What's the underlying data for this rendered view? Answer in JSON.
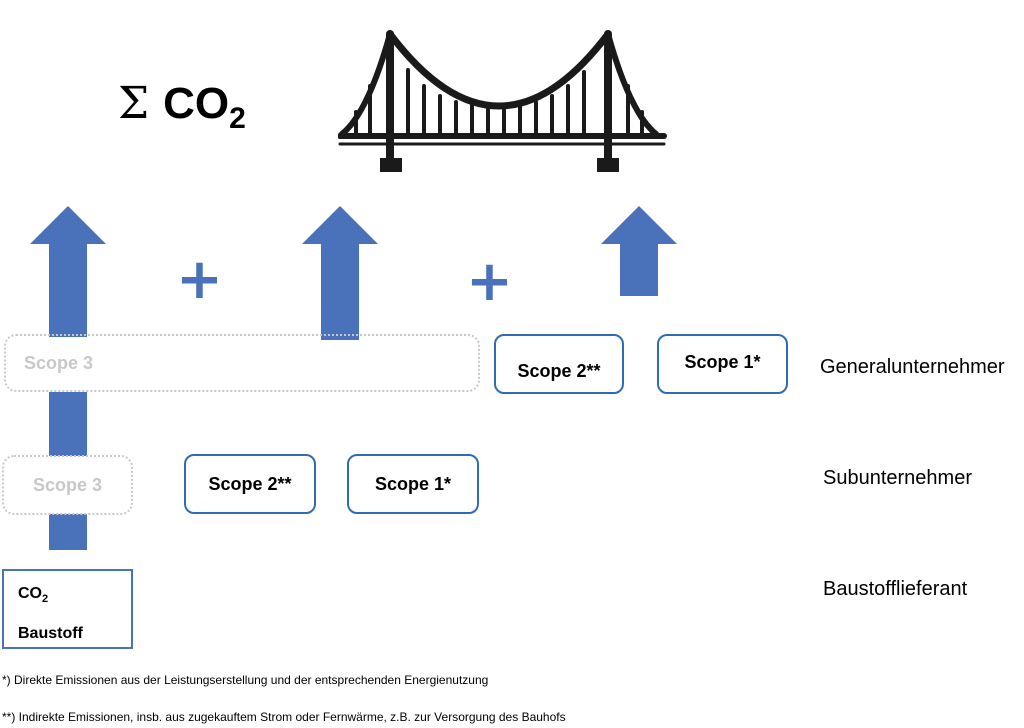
{
  "title": {
    "sigma": "Σ",
    "main": "CO",
    "sub": "2"
  },
  "rows": {
    "general": "Generalunternehmer",
    "sub": "Subunternehmer",
    "supplier": "Baustofflieferant"
  },
  "boxes": {
    "gu_scope3": "Scope 3",
    "gu_scope2": "Scope 2**",
    "gu_scope1": "Scope 1*",
    "su_scope3": "Scope 3",
    "su_scope2": "Scope 2**",
    "su_scope1": "Scope 1*"
  },
  "supplier_box": {
    "co": "CO",
    "co_sub": "2",
    "label": "Baustoff"
  },
  "operators": {
    "plus1": "+",
    "plus2": "+"
  },
  "footnotes": {
    "f1": "*) Direkte Emissionen aus der Leistungserstellung und der entsprechenden Energienutzung",
    "f2": "**) Indirekte Emissionen, insb. aus zugekauftem Strom oder Fernwärme, z.B. zur Versorgung des Bauhofs"
  },
  "colors": {
    "accent": "#4a72bb",
    "box_border": "#2f6db3",
    "faded": "#c8c8c8",
    "bridge": "#1a1a1a"
  },
  "icons": {
    "bridge": "suspension-bridge-icon"
  }
}
